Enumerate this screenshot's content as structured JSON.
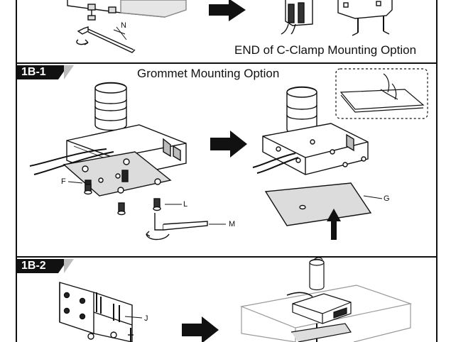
{
  "steps": [
    {
      "label": "1B-1",
      "title": "Grommet Mounting Option"
    },
    {
      "label": "1B-2",
      "title": ""
    }
  ],
  "end_note": "END of C-Clamp Mounting Option",
  "callouts": {
    "n": "N",
    "f": "F",
    "l": "L",
    "m": "M",
    "g": "G",
    "j": "J"
  },
  "icons": [
    "right-arrow-icon",
    "up-arrow-icon",
    "rotation-arrow-icon",
    "hex-key-icon"
  ]
}
